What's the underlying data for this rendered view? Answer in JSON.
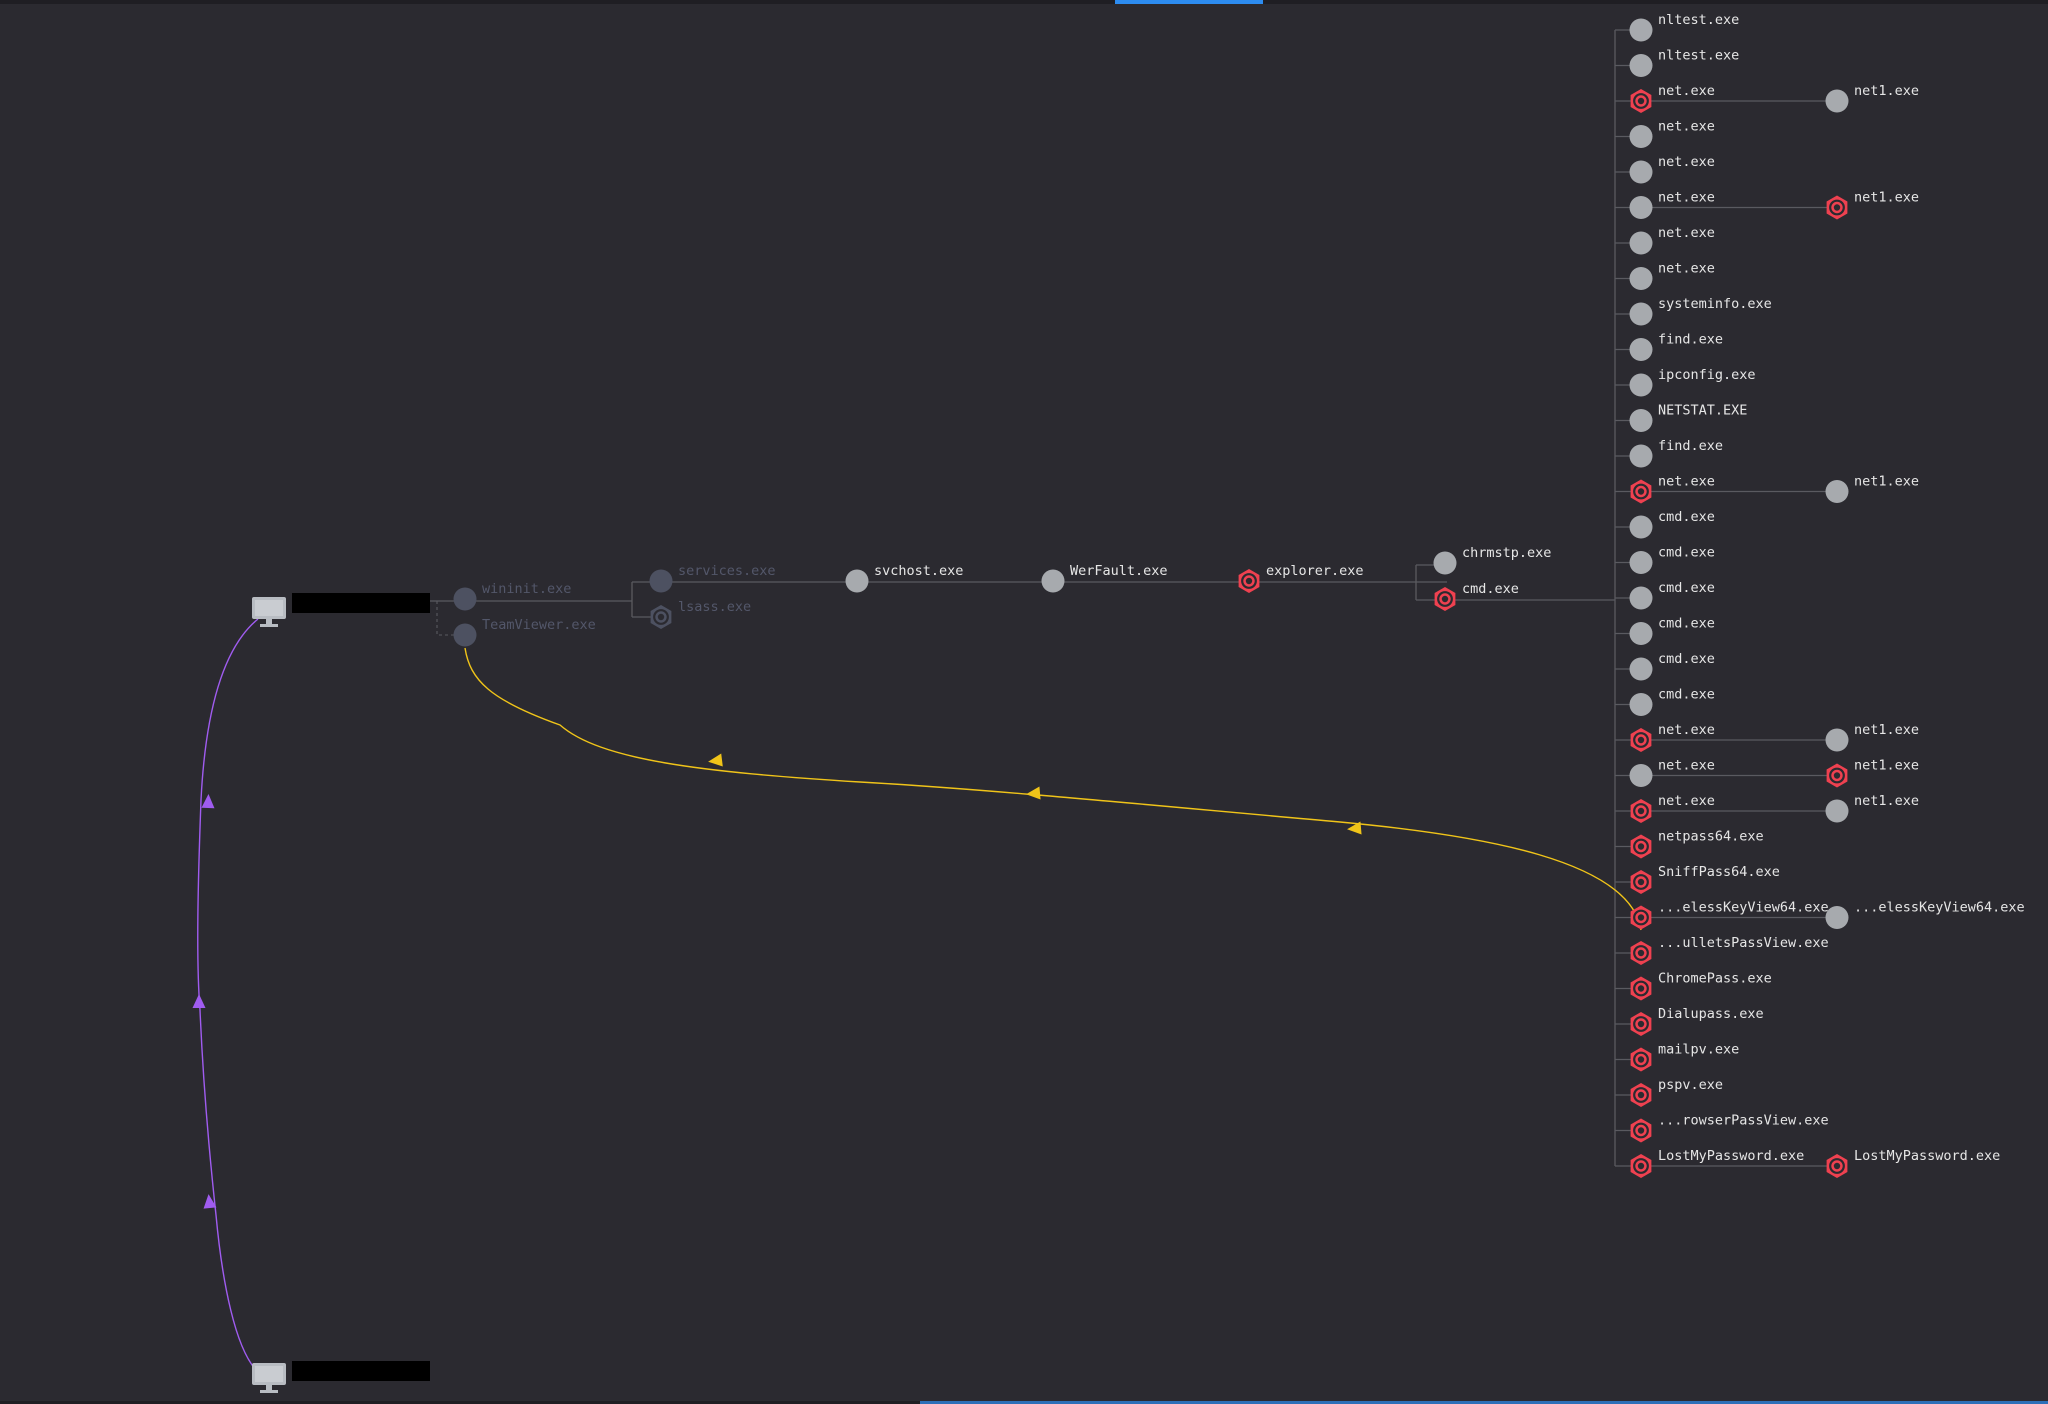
{
  "hosts": [
    {
      "id": "host-top",
      "label": ""
    },
    {
      "id": "host-bottom",
      "label": ""
    }
  ],
  "processes": {
    "wininit": {
      "label": "wininit.exe",
      "state": "dimmed"
    },
    "teamviewer": {
      "label": "TeamViewer.exe",
      "state": "dimmed"
    },
    "services": {
      "label": "services.exe",
      "state": "dimmed"
    },
    "lsass": {
      "label": "lsass.exe",
      "state": "dimmed-alert"
    },
    "svchost": {
      "label": "svchost.exe",
      "state": "normal"
    },
    "werfault": {
      "label": "WerFault.exe",
      "state": "normal"
    },
    "explorer": {
      "label": "explorer.exe",
      "state": "alert"
    },
    "chrmstp": {
      "label": "chrmstp.exe",
      "state": "normal"
    },
    "cmd_main": {
      "label": "cmd.exe",
      "state": "alert"
    }
  },
  "children": [
    {
      "label": "nltest.exe",
      "state": "normal"
    },
    {
      "label": "nltest.exe",
      "state": "normal"
    },
    {
      "label": "net.exe",
      "state": "alert",
      "child": {
        "label": "net1.exe",
        "state": "normal"
      }
    },
    {
      "label": "net.exe",
      "state": "normal"
    },
    {
      "label": "net.exe",
      "state": "normal"
    },
    {
      "label": "net.exe",
      "state": "normal",
      "child": {
        "label": "net1.exe",
        "state": "alert"
      }
    },
    {
      "label": "net.exe",
      "state": "normal"
    },
    {
      "label": "net.exe",
      "state": "normal"
    },
    {
      "label": "systeminfo.exe",
      "state": "normal"
    },
    {
      "label": "find.exe",
      "state": "normal"
    },
    {
      "label": "ipconfig.exe",
      "state": "normal"
    },
    {
      "label": "NETSTAT.EXE",
      "state": "normal"
    },
    {
      "label": "find.exe",
      "state": "normal"
    },
    {
      "label": "net.exe",
      "state": "alert",
      "child": {
        "label": "net1.exe",
        "state": "normal"
      }
    },
    {
      "label": "cmd.exe",
      "state": "normal"
    },
    {
      "label": "cmd.exe",
      "state": "normal"
    },
    {
      "label": "cmd.exe",
      "state": "normal"
    },
    {
      "label": "cmd.exe",
      "state": "normal"
    },
    {
      "label": "cmd.exe",
      "state": "normal"
    },
    {
      "label": "cmd.exe",
      "state": "normal"
    },
    {
      "label": "net.exe",
      "state": "alert",
      "child": {
        "label": "net1.exe",
        "state": "normal"
      }
    },
    {
      "label": "net.exe",
      "state": "normal",
      "child": {
        "label": "net1.exe",
        "state": "alert"
      }
    },
    {
      "label": "net.exe",
      "state": "alert",
      "child": {
        "label": "net1.exe",
        "state": "normal"
      }
    },
    {
      "label": "netpass64.exe",
      "state": "alert"
    },
    {
      "label": "SniffPass64.exe",
      "state": "alert"
    },
    {
      "label": "...elessKeyView64.exe",
      "state": "alert",
      "child": {
        "label": "...elessKeyView64.exe",
        "state": "normal"
      }
    },
    {
      "label": "...ulletsPassView.exe",
      "state": "alert"
    },
    {
      "label": "ChromePass.exe",
      "state": "alert"
    },
    {
      "label": "Dialupass.exe",
      "state": "alert"
    },
    {
      "label": "mailpv.exe",
      "state": "alert"
    },
    {
      "label": "pspv.exe",
      "state": "alert"
    },
    {
      "label": "...rowserPassView.exe",
      "state": "alert"
    },
    {
      "label": "LostMyPassword.exe",
      "state": "alert",
      "child": {
        "label": "LostMyPassword.exe",
        "state": "alert"
      }
    }
  ],
  "colors": {
    "background": "#2b2a30",
    "alert": "#ef4150",
    "node": "#a7aaae",
    "dimmed_node": "#4d5161",
    "lateral_movement": "#f0c419",
    "host_link": "#a05cf0",
    "active_tab": "#2d8cf0"
  }
}
